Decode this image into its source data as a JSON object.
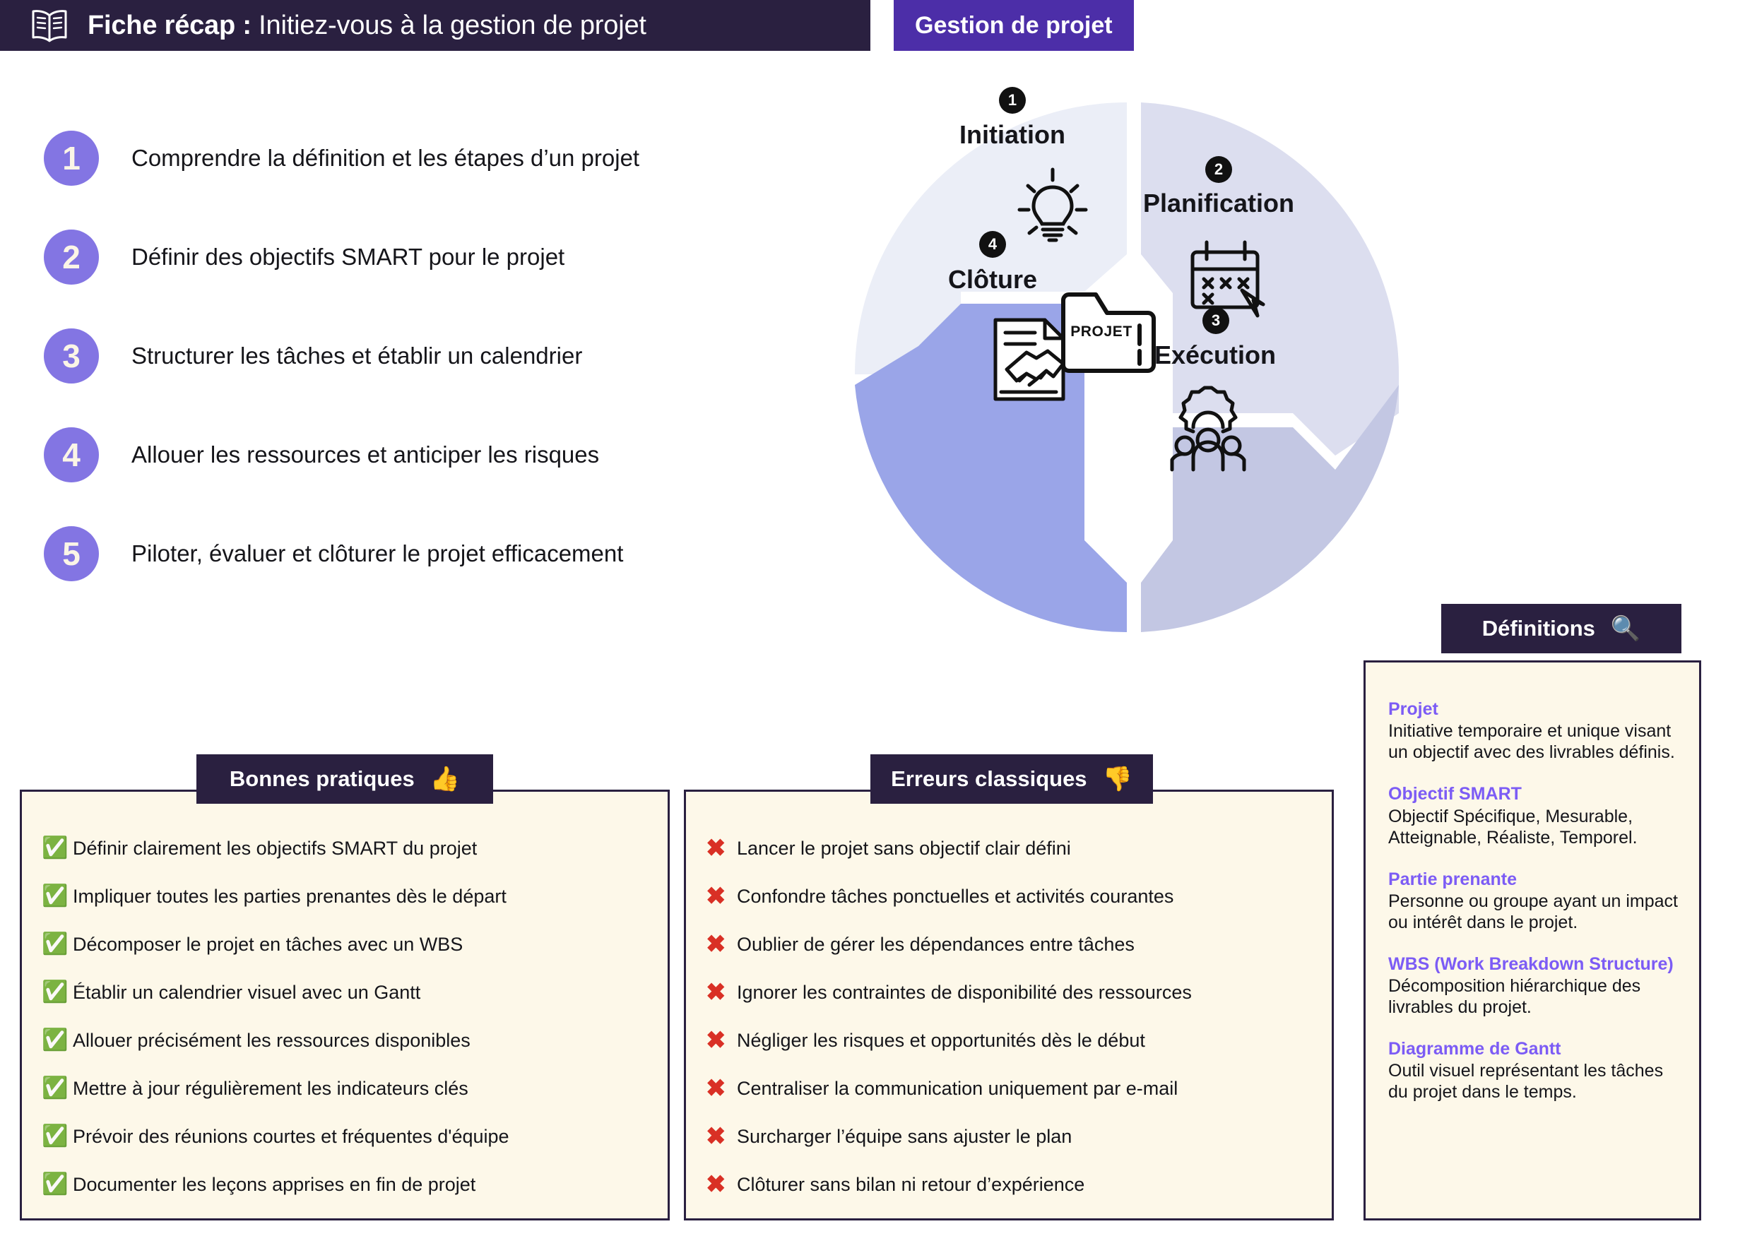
{
  "header": {
    "book_icon": "open-book-icon",
    "title_bold": "Fiche récap :",
    "title_rest": " Initiez-vous à la gestion de projet",
    "topic_badge": "Gestion de projet"
  },
  "steps": [
    {
      "num": "1",
      "text": "Comprendre la définition et les étapes d’un projet"
    },
    {
      "num": "2",
      "text": "Définir des objectifs SMART pour le projet"
    },
    {
      "num": "3",
      "text": "Structurer les tâches et établir un calendrier"
    },
    {
      "num": "4",
      "text": "Allouer les ressources et anticiper les risques"
    },
    {
      "num": "5",
      "text": "Piloter, évaluer et clôturer le projet efficacement"
    }
  ],
  "cycle": {
    "center_label": "PROJET",
    "center_icon": "folder-icon",
    "segments": [
      {
        "num": "1",
        "label": "Initiation",
        "icon": "lightbulb-icon",
        "color": "#EBEEF7"
      },
      {
        "num": "2",
        "label": "Planification",
        "icon": "calendar-icon",
        "color": "#DCDEEF"
      },
      {
        "num": "3",
        "label": "Exécution",
        "icon": "team-gear-icon",
        "color": "#C3C7E3"
      },
      {
        "num": "4",
        "label": "Clôture",
        "icon": "handshake-document-icon",
        "color": "#9AA5E8"
      }
    ]
  },
  "bonnes_pratiques": {
    "tab_label": "Bonnes pratiques",
    "tab_emoji": "👍",
    "mark": "✅",
    "items": [
      "Définir clairement les objectifs SMART du projet",
      "Impliquer toutes les parties prenantes dès le départ",
      "Décomposer le projet en tâches avec un WBS",
      "Établir un calendrier visuel avec un Gantt",
      "Allouer précisément les ressources disponibles",
      "Mettre à jour régulièrement les indicateurs clés",
      "Prévoir des réunions courtes et fréquentes d'équipe",
      "Documenter les leçons apprises en fin de projet"
    ]
  },
  "erreurs_classiques": {
    "tab_label": "Erreurs classiques",
    "tab_emoji": "👎",
    "mark": "✖",
    "items": [
      "Lancer le projet sans objectif clair défini",
      "Confondre tâches ponctuelles et activités courantes",
      "Oublier de gérer les dépendances entre tâches",
      "Ignorer les contraintes de disponibilité des ressources",
      "Négliger les risques et opportunités dès le début",
      "Centraliser la communication uniquement par e-mail",
      "Surcharger l’équipe sans ajuster le plan",
      "Clôturer sans bilan ni retour d’expérience"
    ]
  },
  "definitions": {
    "tab_label": "Définitions",
    "tab_emoji": "🔍",
    "items": [
      {
        "term": "Projet",
        "desc": "Initiative temporaire et unique visant un objectif avec des livrables définis."
      },
      {
        "term": "Objectif SMART",
        "desc": "Objectif Spécifique, Mesurable, Atteignable, Réaliste, Temporel."
      },
      {
        "term": "Partie prenante",
        "desc": "Personne ou groupe ayant un impact ou intérêt dans le projet."
      },
      {
        "term": "WBS (Work Breakdown Structure)",
        "desc": "Décomposition hiérarchique des livrables du projet."
      },
      {
        "term": "Diagramme de Gantt",
        "desc": "Outil visuel représentant les tâches du projet dans le temps."
      }
    ]
  },
  "colors": {
    "dark": "#2A2040",
    "badge_purple": "#4C2EA8",
    "step_circle": "#8375E3",
    "panel_bg": "#FDF8E9",
    "term_purple": "#7C5CF5",
    "cross_red": "#D93025"
  }
}
